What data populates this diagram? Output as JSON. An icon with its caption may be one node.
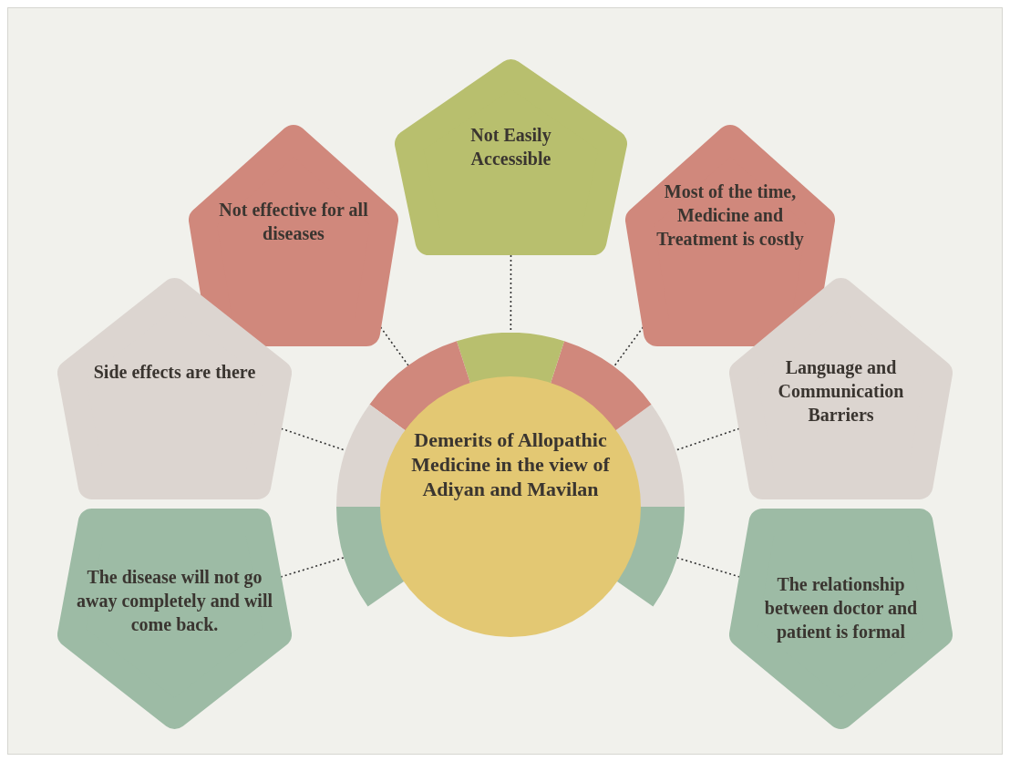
{
  "diagram": {
    "nodes": [
      {
        "text": [
          "Demerits of Allopathic Medicine in the view of Adiyan and Mavilan"
        ]
      },
      {
        "text": [
          "Not Easily Accessible"
        ]
      },
      {
        "text": [
          "Not effective for all diseases"
        ]
      },
      {
        "text": [
          "Most of the time, Medicine and Treatment is costly"
        ]
      },
      {
        "text": [
          "Side effects are there"
        ]
      },
      {
        "text": [
          "Language and Communication Barriers"
        ]
      },
      {
        "text": [
          "The disease will not go away completely and will come back."
        ]
      },
      {
        "text": [
          "The relationship between doctor and patient is formal"
        ]
      }
    ],
    "edges": [
      {
        "from": 1,
        "to": 0,
        "arrow": "none",
        "style": "dashed"
      },
      {
        "from": 2,
        "to": 0,
        "arrow": "none",
        "style": "dashed"
      },
      {
        "from": 3,
        "to": 0,
        "arrow": "none",
        "style": "dashed"
      },
      {
        "from": 4,
        "to": 0,
        "arrow": "none",
        "style": "dashed"
      },
      {
        "from": 5,
        "to": 0,
        "arrow": "none",
        "style": "dashed"
      },
      {
        "from": 6,
        "to": 0,
        "arrow": "none",
        "style": "dashed"
      },
      {
        "from": 7,
        "to": 0,
        "arrow": "none",
        "style": "dashed"
      }
    ]
  }
}
